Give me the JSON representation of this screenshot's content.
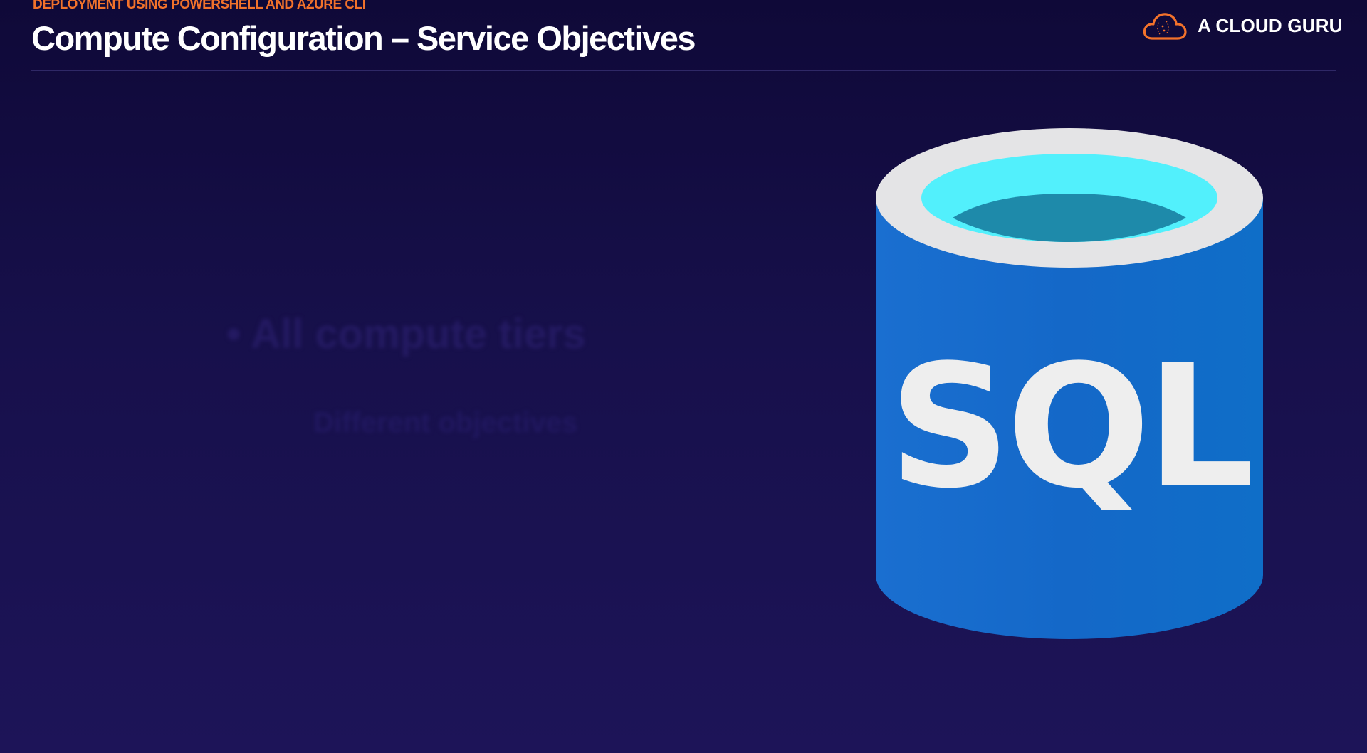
{
  "header": {
    "eyebrow": "DEPLOYMENT USING POWERSHELL AND AZURE CLI",
    "title": "Compute Configuration – Service Objectives"
  },
  "brand": {
    "name": "A CLOUD GURU",
    "icon": "cloud-icon",
    "accent_color": "#f2722b"
  },
  "slide": {
    "faded_bullet": "• All compute tiers",
    "faded_subtext": "Different objectives"
  },
  "graphic": {
    "icon": "sql-database-icon",
    "label": "SQL",
    "colors": {
      "body": "#1570cc",
      "rim": "#e4e4e6",
      "water_light": "#52f0fc",
      "water_dark": "#1e8aaa",
      "text": "#eeeeee"
    }
  }
}
